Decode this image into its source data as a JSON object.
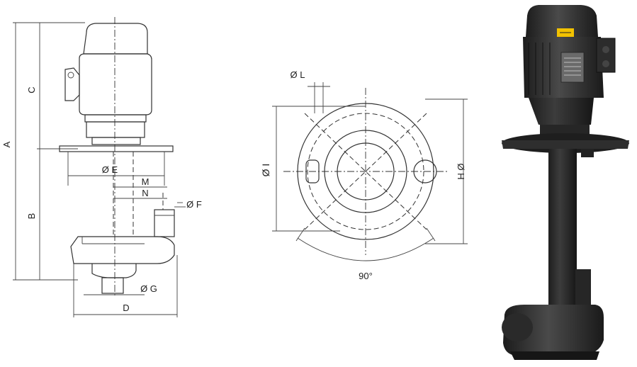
{
  "side_view": {
    "labels": {
      "A": "A",
      "B": "B",
      "C": "C",
      "D": "D",
      "E": "Ø E",
      "F": "Ø F",
      "G": "Ø G",
      "M": "M",
      "N": "N"
    }
  },
  "flange_view": {
    "labels": {
      "L": "Ø L",
      "I": "Ø I",
      "H": "Ø H",
      "angle": "90°"
    }
  },
  "photo": {
    "colors": {
      "body": "#2b2b2b",
      "highlight": "#4a4a4a",
      "warning_label": "#f2c200"
    }
  }
}
